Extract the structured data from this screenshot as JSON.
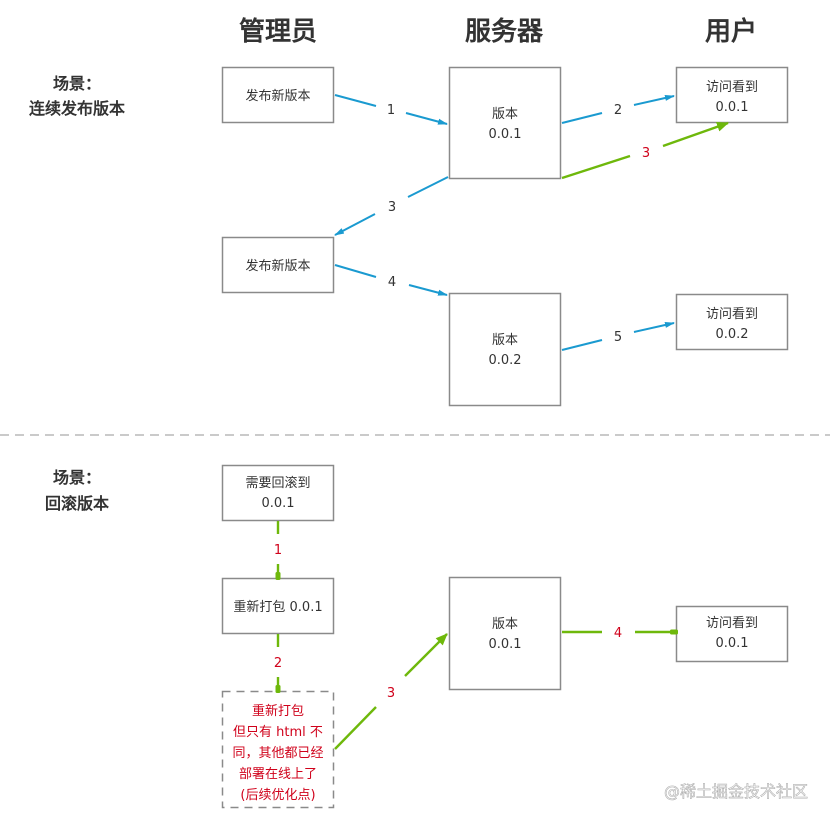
{
  "columns": {
    "admin": "管理员",
    "server": "服务器",
    "user": "用户"
  },
  "colors": {
    "blue_edge": "#1a9ad0",
    "green_edge": "#6eb80b",
    "red_text": "#d0021b",
    "box_border": "#8a8a8a"
  },
  "scenario1": {
    "label_line1": "场景：",
    "label_line2": "连续发布版本",
    "publish1": "发布新版本",
    "server1": {
      "line1": "版本",
      "line2": "0.0.1"
    },
    "user1": {
      "line1": "访问看到",
      "line2": "0.0.1"
    },
    "publish2": "发布新版本",
    "server2": {
      "line1": "版本",
      "line2": "0.0.2"
    },
    "user2": {
      "line1": "访问看到",
      "line2": "0.0.2"
    },
    "edges": [
      {
        "from": "publish1",
        "to": "server1",
        "label": "1",
        "color": "blue"
      },
      {
        "from": "server1",
        "to": "user1",
        "label": "2",
        "color": "blue"
      },
      {
        "from": "server1",
        "to": "user1",
        "label": "3",
        "color": "green"
      },
      {
        "from": "server1",
        "to": "publish2",
        "label": "3",
        "color": "blue"
      },
      {
        "from": "publish2",
        "to": "server2",
        "label": "4",
        "color": "blue"
      },
      {
        "from": "server2",
        "to": "user2",
        "label": "5",
        "color": "blue"
      }
    ]
  },
  "scenario2": {
    "label_line1": "场景：",
    "label_line2": "回滚版本",
    "rollback": {
      "line1": "需要回滚到",
      "line2": "0.0.1"
    },
    "repack": "重新打包 0.0.1",
    "note": [
      "重新打包",
      "但只有 html 不",
      "同，其他都已经",
      "部署在线上了",
      "(后续优化点)"
    ],
    "server": {
      "line1": "版本",
      "line2": "0.0.1"
    },
    "user": {
      "line1": "访问看到",
      "line2": "0.0.1"
    },
    "edges": [
      {
        "from": "rollback",
        "to": "repack",
        "label": "1",
        "color": "green"
      },
      {
        "from": "repack",
        "to": "note",
        "label": "2",
        "color": "green"
      },
      {
        "from": "note",
        "to": "server",
        "label": "3",
        "color": "green"
      },
      {
        "from": "server",
        "to": "user",
        "label": "4",
        "color": "green"
      }
    ]
  },
  "watermark": "@稀土掘金技术社区"
}
